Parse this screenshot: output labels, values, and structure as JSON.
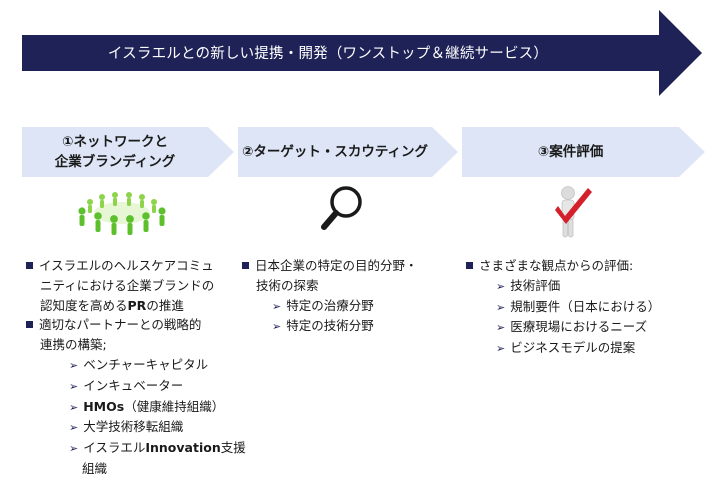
{
  "banner": {
    "title": "イスラエルとの新しい提携・開発（ワンストップ＆継続サービス）",
    "color": "#1f2257"
  },
  "stages": [
    {
      "label_line1": "①ネットワークと",
      "label_line2": "企業ブランディング",
      "icon": "people-circle-icon"
    },
    {
      "label_line1": "②ターゲット・スカウティング",
      "icon": "magnifying-glass-icon"
    },
    {
      "label_line1": "③案件評価",
      "icon": "checkmark-figure-icon"
    }
  ],
  "stage_arrow_color": "#dde5f6",
  "bullets": {
    "col1": {
      "item1_line1": "イスラエルのヘルスケアコミュ",
      "item1_line2": "ニティにおける企業ブランドの",
      "item1_line3_pre": "認知度を高める",
      "item1_line3_bold": "PR",
      "item1_line3_post": "の推進",
      "item2_line1": "適切なパートナーとの戦略的",
      "item2_line2": "連携の構築;",
      "subs": {
        "s1": "ベンチャーキャピタル",
        "s2": "インキュベーター",
        "s3_bold": "HMOs",
        "s3_rest": "（健康維持組織）",
        "s4": "大学技術移転組織",
        "s5_pre": "イスラエル",
        "s5_bold": "Innovation",
        "s5_post": "支援",
        "s5_line2": "組織"
      }
    },
    "col2": {
      "item1_line1": "日本企業の特定の目的分野・",
      "item1_line2": "技術の探索",
      "subs": {
        "s1": "特定の治療分野",
        "s2": "特定の技術分野"
      }
    },
    "col3": {
      "item1_line1": "さまざまな観点からの評価:",
      "subs": {
        "s1": "技術評価",
        "s2": "規制要件（日本における）",
        "s3": "医療現場におけるニーズ",
        "s4": "ビジネスモデルの提案"
      }
    }
  },
  "glyphs": {
    "chevron": "➢"
  }
}
